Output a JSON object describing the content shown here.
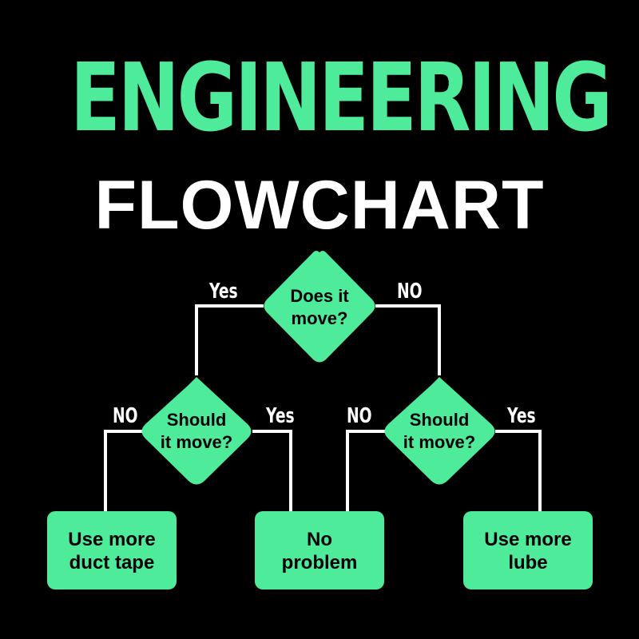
{
  "title": "ENGINEERING",
  "subtitle": "FLOWCHART",
  "colors": {
    "background": "#000000",
    "accent": "#4deb9a",
    "title_secondary": "#ffffff",
    "connector": "#ffffff",
    "node_text": "#000000"
  },
  "nodes": {
    "root": {
      "label": "Does it\nmove?"
    },
    "left_decision": {
      "label": "Should\nit move?"
    },
    "right_decision": {
      "label": "Should\nit move?"
    },
    "outcome_duct_tape": {
      "label": "Use more\nduct tape"
    },
    "outcome_no_problem": {
      "label": "No\nproblem"
    },
    "outcome_lube": {
      "label": "Use more\nlube"
    }
  },
  "edges": {
    "root_yes": "Yes",
    "root_no": "NO",
    "left_no": "NO",
    "left_yes": "Yes",
    "right_no": "NO",
    "right_yes": "Yes"
  }
}
